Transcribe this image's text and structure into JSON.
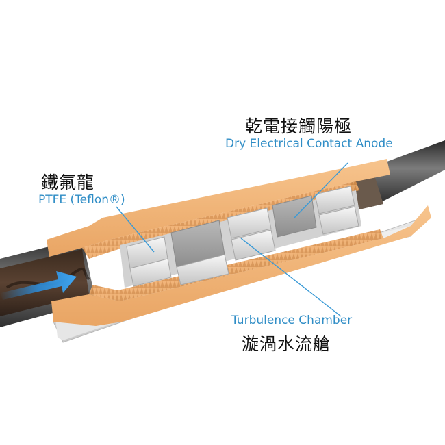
{
  "labels": {
    "anode": {
      "zh": "乾電接觸陽極",
      "en": "Dry Electrical Contact Anode"
    },
    "ptfe": {
      "zh": "鐵氟龍",
      "en": "PTFE (Teflon®)"
    },
    "chamber": {
      "en": "Turbulence Chamber",
      "zh": "漩渦水流艙"
    }
  },
  "colors": {
    "label_text": "#111111",
    "label_accent": "#2f8dc6",
    "leader_line": "#3a9ad6",
    "housing_wall": "#f2b477",
    "outer_shell": "#dcdcdc",
    "pipe": "#454545",
    "flow_arrow": "#2a8fe0"
  }
}
